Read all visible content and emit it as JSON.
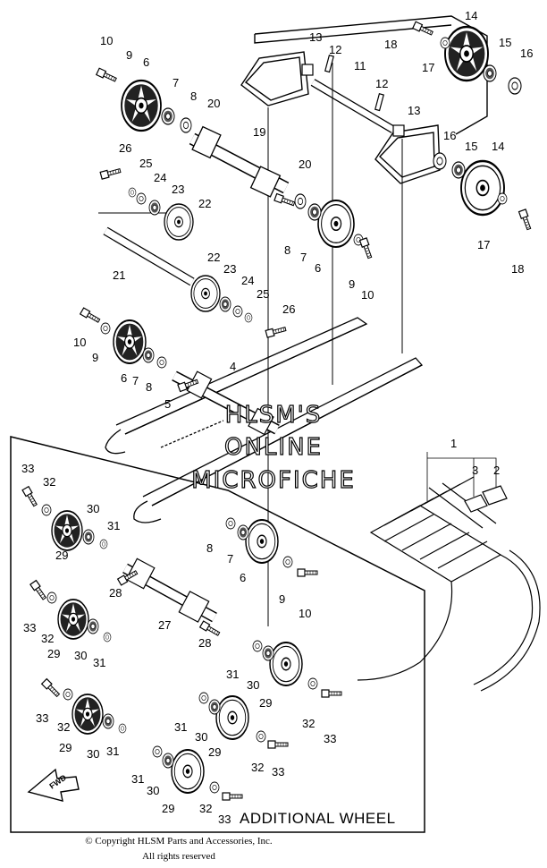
{
  "watermark": {
    "line1": "HLSM'S",
    "line2": "ONLINE",
    "line3": "MICROFICHE"
  },
  "box_title": "ADDITIONAL WHEEL",
  "forward_label": "FWD",
  "copyright": {
    "line1": "© Copyright HLSM Parts and Accessories, Inc.",
    "line2": "All rights reserved"
  },
  "callouts": {
    "c1": "1",
    "c2": "2",
    "c3": "3",
    "c4": "4",
    "c5": "5",
    "c6": "6",
    "c7": "7",
    "c8": "8",
    "c9": "9",
    "c10": "10",
    "c11": "11",
    "c12": "12",
    "c13": "13",
    "c14": "14",
    "c15": "15",
    "c16": "16",
    "c17": "17",
    "c18": "18",
    "c19": "19",
    "c20": "20",
    "c21": "21",
    "c22": "22",
    "c23": "23",
    "c24": "24",
    "c25": "25",
    "c26": "26",
    "c27": "27",
    "c28": "28",
    "c29": "29",
    "c30": "30",
    "c31": "31",
    "c32": "32",
    "c33": "33"
  }
}
